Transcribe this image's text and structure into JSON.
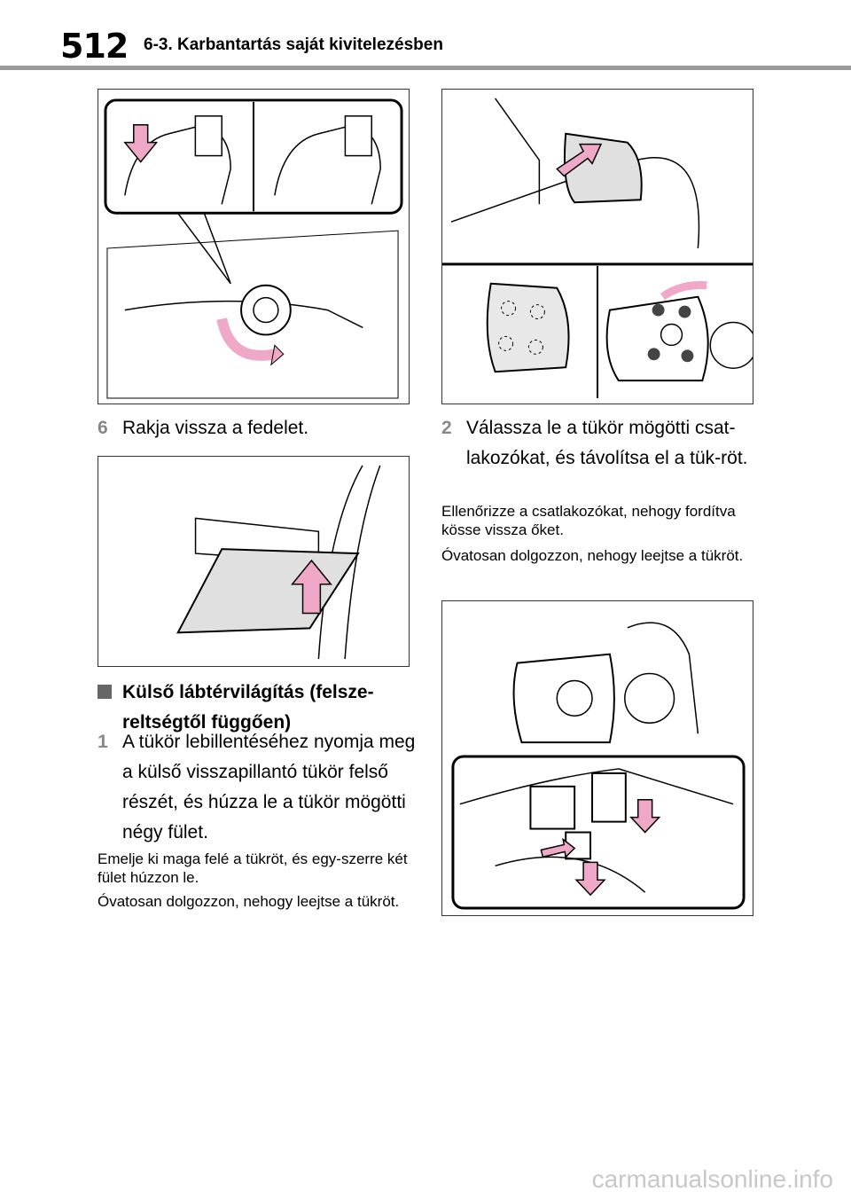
{
  "header": {
    "page_number": "512",
    "section_title": "6-3. Karbantartás saját kivitelezésben"
  },
  "left": {
    "step6": {
      "num": "6",
      "text": "Rakja vissza a fedelet."
    },
    "subhead": "Külső lábtérvilágítás (felsze-reltségtől függően)",
    "step1": {
      "num": "1",
      "text": "A tükör lebillentéséhez nyomja meg a külső visszapillantó tükör felső részét, és húzza le a tükör mögötti négy fület."
    },
    "note1": "Emelje ki maga felé a tükröt, és egy-szerre két fület húzzon le.",
    "note2": "Óvatosan dolgozzon, nehogy leejtse a tükröt."
  },
  "right": {
    "step2": {
      "num": "2",
      "text": "Válassza le a tükör mögötti csat-lakozókat, és távolítsa el a tük-röt."
    },
    "note1": "Ellenőrizze a csatlakozókat, nehogy fordítva kösse vissza őket.",
    "note2": "Óvatosan dolgozzon, nehogy leejtse a tükröt."
  },
  "watermark": "carmanualsonline.info",
  "colors": {
    "arrow": "#f0a8c8",
    "rule": "#9a9a9a",
    "step_number": "#888888"
  }
}
